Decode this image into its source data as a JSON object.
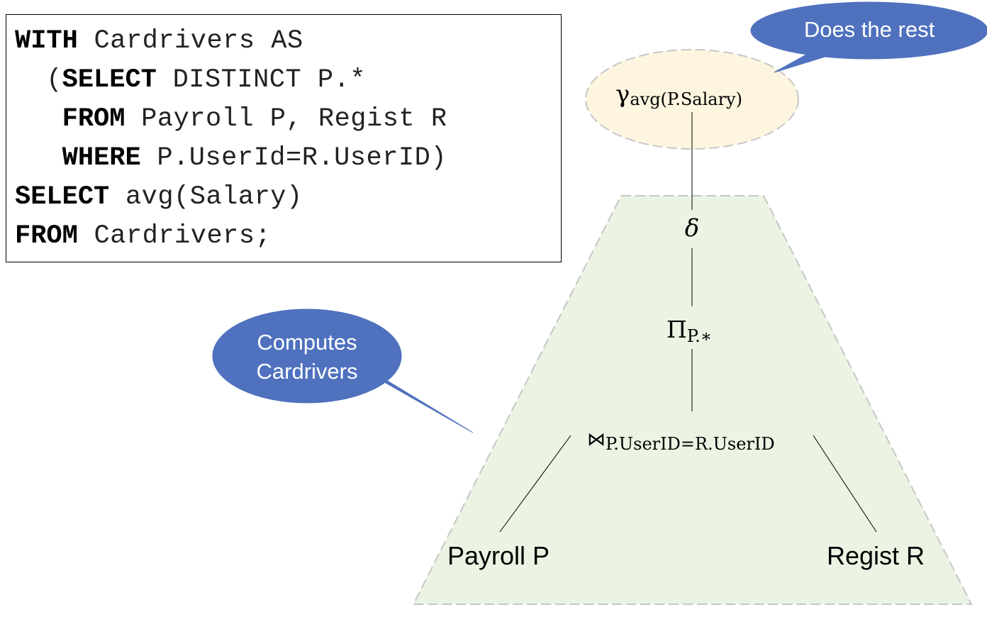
{
  "code": {
    "lines": [
      {
        "keyword": "WITH",
        "text": " Cardrivers AS",
        "prefix": ""
      },
      {
        "keyword": "SELECT",
        "text": " DISTINCT P.*",
        "prefix": "  ("
      },
      {
        "keyword": "FROM",
        "text": " Payroll P, Regist R",
        "prefix": "   "
      },
      {
        "keyword": "WHERE",
        "text": " P.UserId=R.UserID)",
        "prefix": "   "
      },
      {
        "keyword": "SELECT",
        "text": " avg(Salary)",
        "prefix": ""
      },
      {
        "keyword": "FROM",
        "text": " Cardrivers;",
        "prefix": ""
      }
    ]
  },
  "tree": {
    "gamma": {
      "symbol": "γ",
      "subscript": "avg(P.Salary)"
    },
    "delta": {
      "symbol": "δ"
    },
    "projection": {
      "symbol": "Π",
      "subscript": "P.∗"
    },
    "join": {
      "symbol": "⋈",
      "subscript": "P.UserID=R.UserID"
    },
    "left_relation": "Payroll P",
    "right_relation": "Regist R"
  },
  "callouts": {
    "top": {
      "text": "Does the rest"
    },
    "left": {
      "line1": "Computes",
      "line2": "Cardrivers"
    }
  },
  "colors": {
    "bubble": "#4f71be",
    "gamma_fill": "#fdf5df",
    "subtree_fill": "#ebf3e3",
    "dashed_border": "#c7c7c7"
  }
}
